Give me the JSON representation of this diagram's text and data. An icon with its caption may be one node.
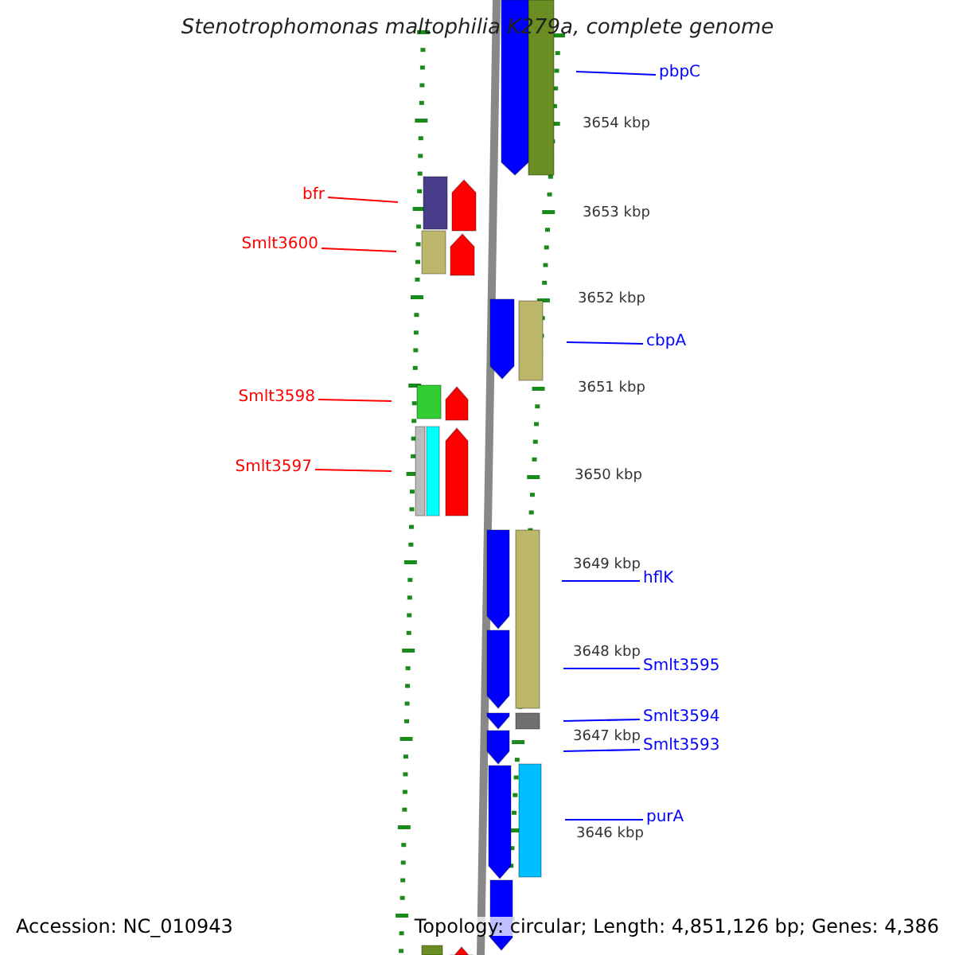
{
  "diagram": {
    "title": "Stenotrophomonas maltophilia K279a, complete genome",
    "nodes": [
      {
        "text": [
          "pbpC"
        ]
      },
      {
        "text": [
          "bfr"
        ]
      },
      {
        "text": [
          "Smlt3600"
        ]
      },
      {
        "text": [
          "cbpA"
        ]
      },
      {
        "text": [
          "Smlt3598"
        ]
      },
      {
        "text": [
          "Smlt3597"
        ]
      },
      {
        "text": [
          "hflK"
        ]
      },
      {
        "text": [
          "Smlt3595"
        ]
      },
      {
        "text": [
          "Smlt3594"
        ]
      },
      {
        "text": [
          "Smlt3593"
        ]
      },
      {
        "text": [
          "purA"
        ]
      }
    ],
    "edges": [
      {
        "from": 0,
        "to": null,
        "arrow": "none"
      },
      {
        "from": 1,
        "to": null,
        "arrow": "none",
        "color": "#ff0000"
      },
      {
        "from": 2,
        "to": null,
        "arrow": "none",
        "color": "#ff0000"
      },
      {
        "from": 3,
        "to": null,
        "arrow": "none"
      },
      {
        "from": 4,
        "to": null,
        "arrow": "none",
        "color": "#ff0000"
      },
      {
        "from": 5,
        "to": null,
        "arrow": "none",
        "color": "#ff0000"
      },
      {
        "from": 6,
        "to": null,
        "arrow": "none"
      },
      {
        "from": 7,
        "to": null,
        "arrow": "none"
      },
      {
        "from": 8,
        "to": null,
        "arrow": "none"
      },
      {
        "from": 9,
        "to": null,
        "arrow": "none"
      },
      {
        "from": 10,
        "to": null,
        "arrow": "none"
      }
    ],
    "labels": [
      "3654 kbp",
      "3653 kbp",
      "3652 kbp",
      "3651 kbp",
      "3650 kbp",
      "3649 kbp",
      "3648 kbp",
      "3647 kbp",
      "3646 kbp",
      "Accession: NC_010943",
      "Topology: circular; Length: 4,851,126 bp; Genes: 4,386"
    ]
  }
}
